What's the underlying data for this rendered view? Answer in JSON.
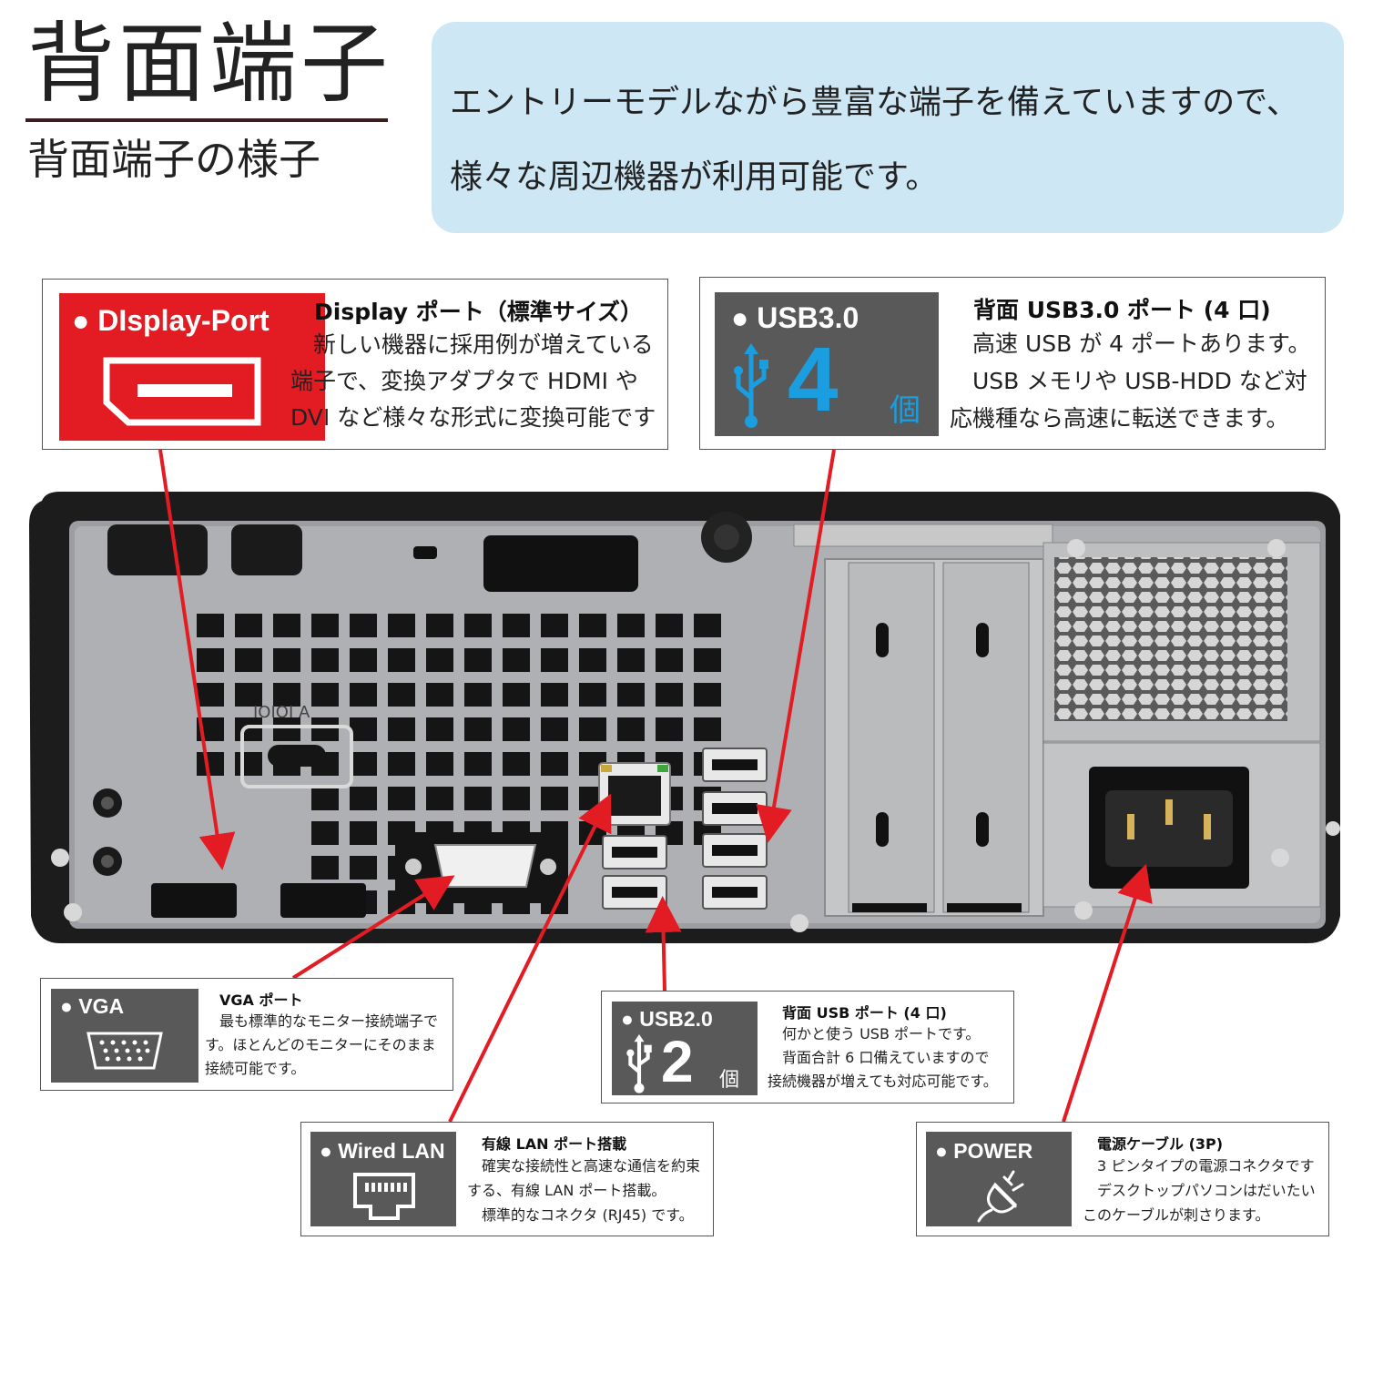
{
  "header": {
    "title": "背面端子",
    "subtitle": "背面端子の様子"
  },
  "intro": {
    "line1": "エントリーモデルながら豊富な端子を備えていますので、",
    "line2": "様々な周辺機器が利用可能です。"
  },
  "displayport": {
    "badge_label": "● DIsplay-Port",
    "title": "Display ポート（標準サイズ）",
    "body": [
      "　新しい機器に採用例が増えている",
      "端子で、変換アダプタで HDMI や",
      "DVI など様々な形式に変換可能です"
    ]
  },
  "usb3": {
    "badge_label": "● USB3.0",
    "count": "4",
    "count_unit": "個",
    "title": "背面 USB3.0 ポート (4 口)",
    "body": [
      "　高速 USB が 4 ポートあります。",
      "　USB メモリや USB-HDD など対",
      "応機種なら高速に転送できます。"
    ]
  },
  "vga": {
    "badge_label": "● VGA",
    "title": "VGA ポート",
    "body": [
      "　最も標準的なモニター接続端子で",
      "す。ほとんどのモニターにそのまま",
      "接続可能です。"
    ]
  },
  "usb2": {
    "badge_label": "● USB2.0",
    "count": "2",
    "count_unit": "個",
    "title": "背面 USB ポート (4 口)",
    "body": [
      "　何かと使う USB ポートです。",
      "　背面合計 6 口備えていますので",
      "接続機器が増えても対応可能です。"
    ]
  },
  "lan": {
    "badge_label": "● Wired LAN",
    "title": "有線 LAN ポート搭載",
    "body": [
      "　確実な接続性と高速な通信を約束",
      "する、有線 LAN ポート搭載。",
      "　標準的なコネクタ (RJ45) です。"
    ]
  },
  "power": {
    "badge_label": "● POWER",
    "title": "電源ケーブル (3P)",
    "body": [
      "　3 ピンタイプの電源コネクタです",
      "　デスクトップパソコンはだいたい",
      "このケーブルが刺さります。"
    ]
  },
  "photo": {
    "panel_code": "IOIOI A"
  },
  "colors": {
    "accent_red": "#e31b23",
    "badge_gray": "#595959",
    "number_blue": "#1a9ee0",
    "intro_bg": "#cde7f4"
  }
}
